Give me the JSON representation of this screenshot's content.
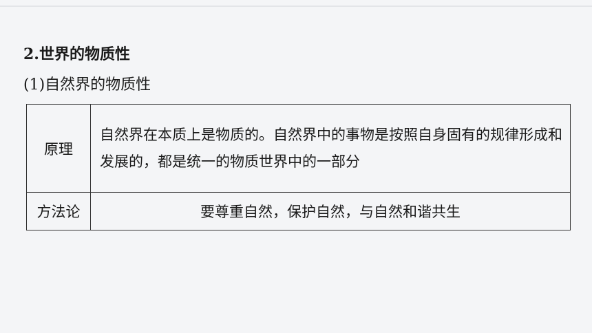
{
  "section": {
    "heading": "2.世界的物质性",
    "subheading": "(1)自然界的物质性"
  },
  "table": {
    "rows": [
      {
        "label": "原理",
        "content": "自然界在本质上是物质的。自然界中的事物是按照自身固有的规律形成和发展的，都是统一的物质世界中的一部分"
      },
      {
        "label": "方法论",
        "content": "要尊重自然，保护自然，与自然和谐共生"
      }
    ]
  }
}
